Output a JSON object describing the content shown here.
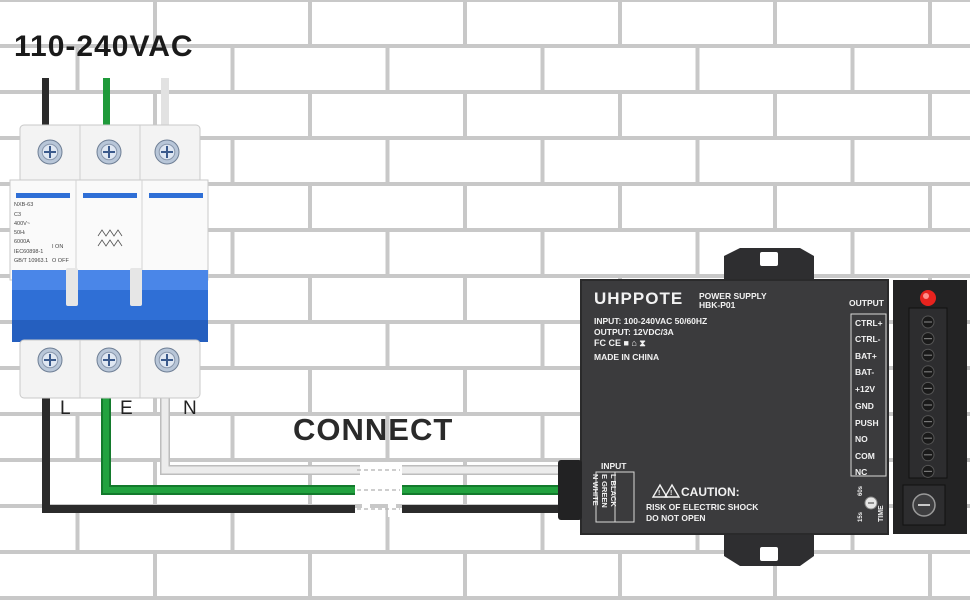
{
  "title": "110-240VAC",
  "connect_label": "CONNECT",
  "breaker": {
    "wire_labels": [
      "L",
      "E",
      "N"
    ],
    "model": "NXB-63",
    "rating": "C3",
    "voltage": "400V~",
    "frequency": "50Hₗ",
    "capacity": "6000A",
    "standard_1": "IEC60898-1",
    "standard_2": "GB/T 10963.1",
    "on_label": "I ON",
    "off_label": "O OFF"
  },
  "psu": {
    "brand": "UHPPOTE",
    "product_line_1": "POWER SUPPLY",
    "product_line_2": "HBK-P01",
    "input_spec": "INPUT:    100-240VAC 50/60HZ",
    "output_spec": "OUTPUT: 12VDC/3A",
    "cert_marks": "FC CE ■ ⌂ ⧗",
    "origin": "MADE IN CHINA",
    "output_header": "OUTPUT",
    "terminals": [
      "CTRL+",
      "CTRL-",
      "BAT+",
      "BAT-",
      "+12V",
      "GND",
      "PUSH",
      "NO",
      "COM",
      "NC"
    ],
    "input_header": "INPUT",
    "input_terminals": [
      "L  BLACK",
      "E  GREEN",
      "N  WHITE"
    ],
    "caution_title": "CAUTION:",
    "caution_line_1": "RISK OF ELECTRIC SHOCK",
    "caution_line_2": "DO NOT OPEN",
    "timer_min": "15s",
    "timer_max": "60s",
    "timer_label": "TIME"
  },
  "colors": {
    "line_black": "#2b2b2b",
    "earth_green": "#1f9a3a",
    "neutral_white": "#e0e0e0",
    "breaker_blue": "#2f6fd6",
    "psu_body": "#3b3b3d",
    "led_red": "#e8231e"
  }
}
